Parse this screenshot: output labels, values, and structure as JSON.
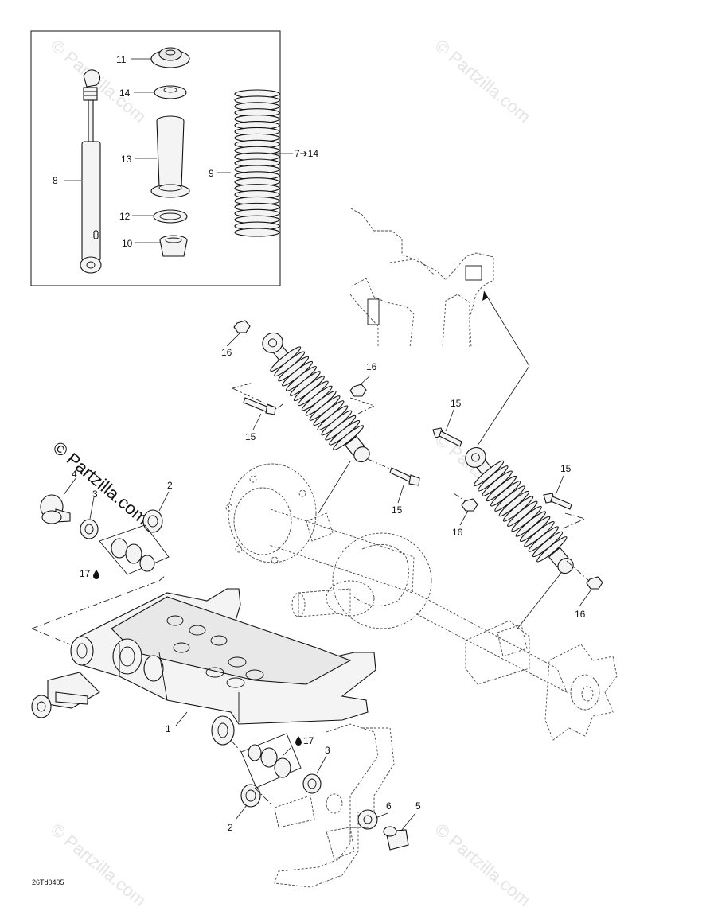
{
  "diagram_code": "26Td0405",
  "watermark_text": "© Partzilla.com",
  "callouts": {
    "c1": "1",
    "c2a": "2",
    "c2b": "2",
    "c3a": "3",
    "c3b": "3",
    "c4": "4",
    "c5": "5",
    "c6": "6",
    "c8": "8",
    "c9": "9",
    "c10": "10",
    "c11": "11",
    "c12": "12",
    "c13": "13",
    "c14": "14",
    "c7to14": "7➔14",
    "c15a": "15",
    "c15b": "15",
    "c15c": "15",
    "c15d": "15",
    "c16a": "16",
    "c16b": "16",
    "c16c": "16",
    "c16d": "16",
    "c17a": "17",
    "c17b": "17"
  },
  "colors": {
    "line": "#111111",
    "watermark": "#cfcfcf"
  }
}
